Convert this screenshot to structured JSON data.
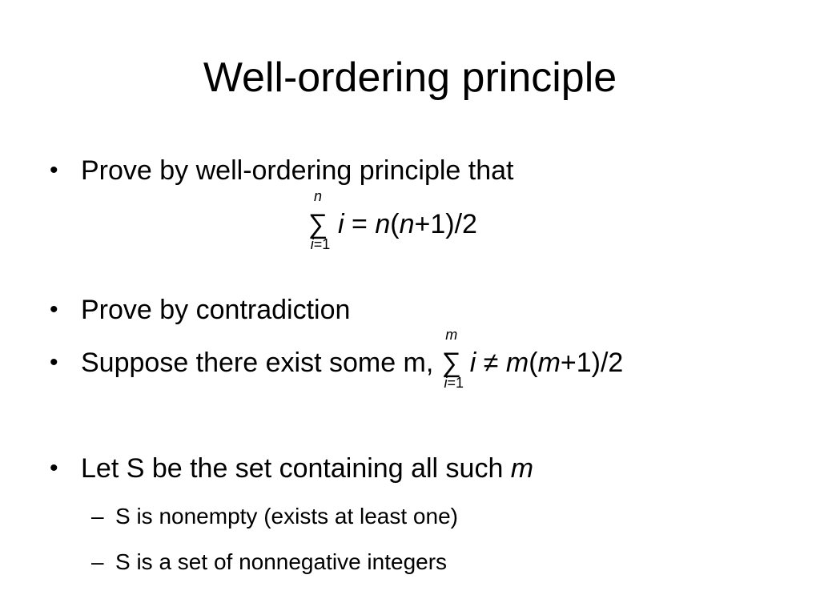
{
  "slide": {
    "title": "Well-ordering principle",
    "bullet_char": "•",
    "dash_char": "–",
    "b1": {
      "text": "Prove by well-ordering principle that"
    },
    "formula1": {
      "sigma": "∑",
      "upper": "n",
      "lower_var": "i",
      "lower_rest": "=1",
      "term": "i",
      "relation": " = ",
      "rhs_var": "n",
      "rhs_open": "(",
      "rhs_var2": "n",
      "rhs_rest": "+1)/2"
    },
    "b2": {
      "text": "Prove by contradiction"
    },
    "b3": {
      "prefix": "Suppose there exist some m, ",
      "sigma": "∑",
      "upper": "m",
      "lower_var": "i",
      "lower_rest": "=1",
      "term": "i",
      "relation": " ≠ ",
      "rhs_var": "m",
      "rhs_open": "(",
      "rhs_var2": "m",
      "rhs_rest": "+1)/2"
    },
    "b4": {
      "prefix": "Let S be the set containing all such ",
      "var": "m"
    },
    "s1": {
      "text": "S is nonempty (exists at least one)"
    },
    "s2": {
      "text": "S is a set of nonnegative integers"
    }
  }
}
